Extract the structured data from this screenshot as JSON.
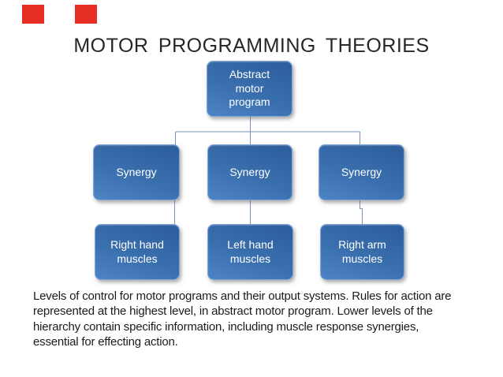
{
  "slide": {
    "title": "MOTOR PROGRAMMING THEORIES",
    "title_color": "#262626",
    "background_color": "#ffffff"
  },
  "decorations": {
    "red_block_count": 2,
    "red_block_color": "#e62e24"
  },
  "diagram": {
    "type": "hierarchy",
    "node_fill_top": "#2b5c9b",
    "node_fill_bottom": "#4d84c5",
    "node_border_color": "#7fa5d6",
    "node_text_color": "#ffffff",
    "connector_color": "#7a93b4",
    "nodes": {
      "root": {
        "label": "Abstract\nmotor\nprogram"
      },
      "level2": [
        {
          "label": "Synergy"
        },
        {
          "label": "Synergy"
        },
        {
          "label": "Synergy"
        }
      ],
      "level3": [
        {
          "label": "Right hand\nmuscles"
        },
        {
          "label": "Left hand\nmuscles"
        },
        {
          "label": "Right arm\nmuscles"
        }
      ]
    },
    "edges": [
      "root -> synergy-1",
      "root -> synergy-2",
      "root -> synergy-3",
      "synergy-1 -> right-hand-muscles",
      "synergy-2 -> left-hand-muscles",
      "synergy-3 -> right-arm-muscles"
    ]
  },
  "caption": {
    "lines": [
      "Levels of control for motor programs and their output systems. Rules for action are",
      "represented at the highest level, in abstract motor program. Lower levels of the",
      "hierarchy contain specific information, including muscle response synergies,",
      "essential for effecting action."
    ]
  }
}
